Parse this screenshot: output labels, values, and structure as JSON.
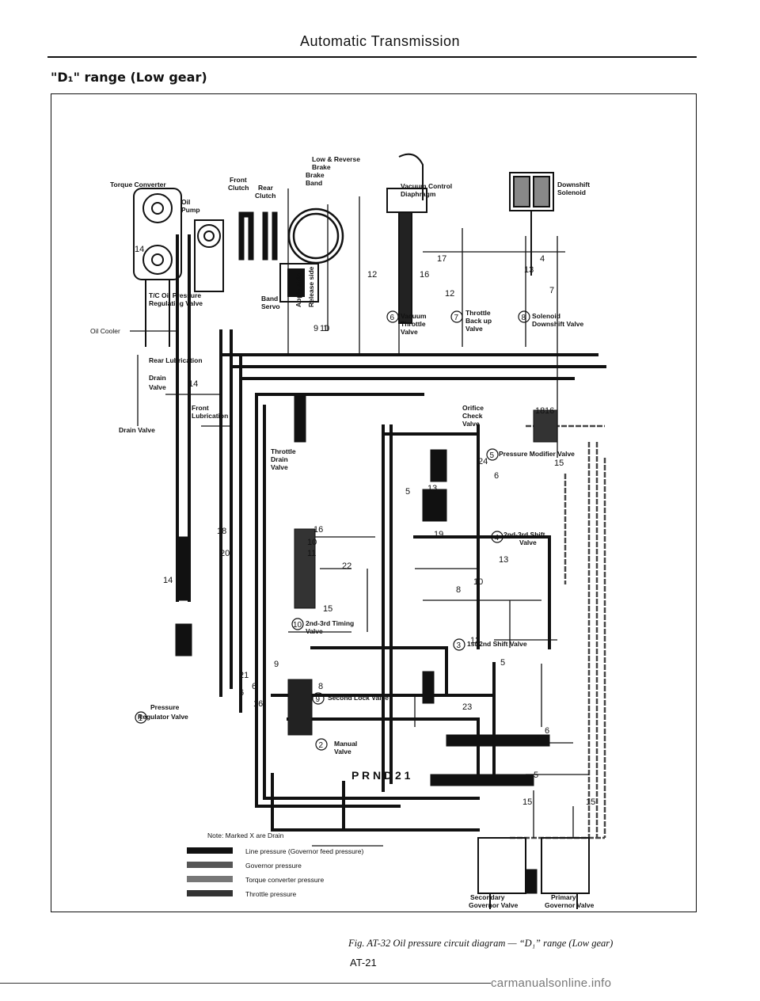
{
  "header": {
    "title": "Automatic Transmission"
  },
  "section_heading": "\"D₁\" range (Low gear)",
  "diagram": {
    "labels": {
      "torque_converter": "Torque Converter",
      "oil_pump": [
        "Oil",
        "Pump"
      ],
      "front_clutch": [
        "Front",
        "Clutch"
      ],
      "rear_clutch": [
        "Rear",
        "Clutch"
      ],
      "low_reverse_brake": [
        "Low & Reverse",
        "Brake",
        "Brake",
        "Band"
      ],
      "vacuum_control": [
        "Vacuum Control",
        "Diaphragm"
      ],
      "downshift_solenoid": [
        "Downshift",
        "Solenoid"
      ],
      "tc_oil_pressure": [
        "T/C Oil Pressure",
        "Regulating Valve"
      ],
      "oil_cooler": "Oil Cooler",
      "band_servo": [
        "Band",
        "Servo"
      ],
      "apply_side": "Apply side",
      "release_side": "Release side",
      "vacuum_throttle": [
        "Vacuum",
        "Throttle",
        "Valve"
      ],
      "throttle_backup": [
        "Throttle",
        "Back up",
        "Valve"
      ],
      "solenoid_downshift": [
        "Solenoid",
        "Downshift Valve"
      ],
      "rear_lubrication": "Rear Lubrication",
      "drain_valve_upper": [
        "Drain",
        "Valve"
      ],
      "front_lubrication": [
        "Front",
        "Lubrication"
      ],
      "drain_valve": "Drain Valve",
      "throttle_drain": [
        "Throttle",
        "Drain",
        "Valve"
      ],
      "orifice_check": [
        "Orifice",
        "Check",
        "Valve"
      ],
      "pressure_modifier": "Pressure Modifier Valve",
      "shift_2_3": [
        "2nd-3rd Shift",
        "Valve"
      ],
      "timing_2_3": [
        "2nd-3rd Timing",
        "Valve"
      ],
      "shift_1_2": "1st-2nd Shift Valve",
      "second_lock": "Second Lock Valve",
      "pressure_regulator": [
        "Pressure",
        "Regulator Valve"
      ],
      "manual_valve": [
        "Manual",
        "Valve"
      ],
      "prnd21": "P R N D 2 1",
      "secondary_governor": [
        "Secondary",
        "Governor Valve"
      ],
      "primary_governor": [
        "Primary",
        "Governor Valve"
      ]
    },
    "circled": [
      "1",
      "2",
      "3",
      "4",
      "5",
      "6",
      "7",
      "8",
      "9",
      "10"
    ],
    "numbers": [
      "14",
      "17",
      "4",
      "13",
      "7",
      "16",
      "12",
      "9",
      "10",
      "12",
      "1",
      "14",
      "18",
      "16",
      "24",
      "6",
      "13",
      "5",
      "15",
      "16",
      "10",
      "11",
      "22",
      "15",
      "8",
      "12",
      "5",
      "21",
      "6",
      "6",
      "23",
      "4",
      "6",
      "5",
      "15",
      "15",
      "18",
      "20",
      "14",
      "16",
      "10",
      "13",
      "19",
      "8",
      "9"
    ],
    "legend": {
      "note": "Note:  Marked X are Drain",
      "items": [
        {
          "label": "Line pressure (Governor feed pressure)",
          "color": "#111111"
        },
        {
          "label": "Governor pressure",
          "color": "#555555"
        },
        {
          "label": "Torque converter pressure",
          "color": "#777777"
        },
        {
          "label": "Throttle pressure",
          "color": "#333333"
        }
      ]
    }
  },
  "caption": "Fig. AT-32  Oil pressure circuit diagram — “D₁” range (Low gear)",
  "page_number": "AT-21",
  "watermark": "carmanualsonline.info"
}
